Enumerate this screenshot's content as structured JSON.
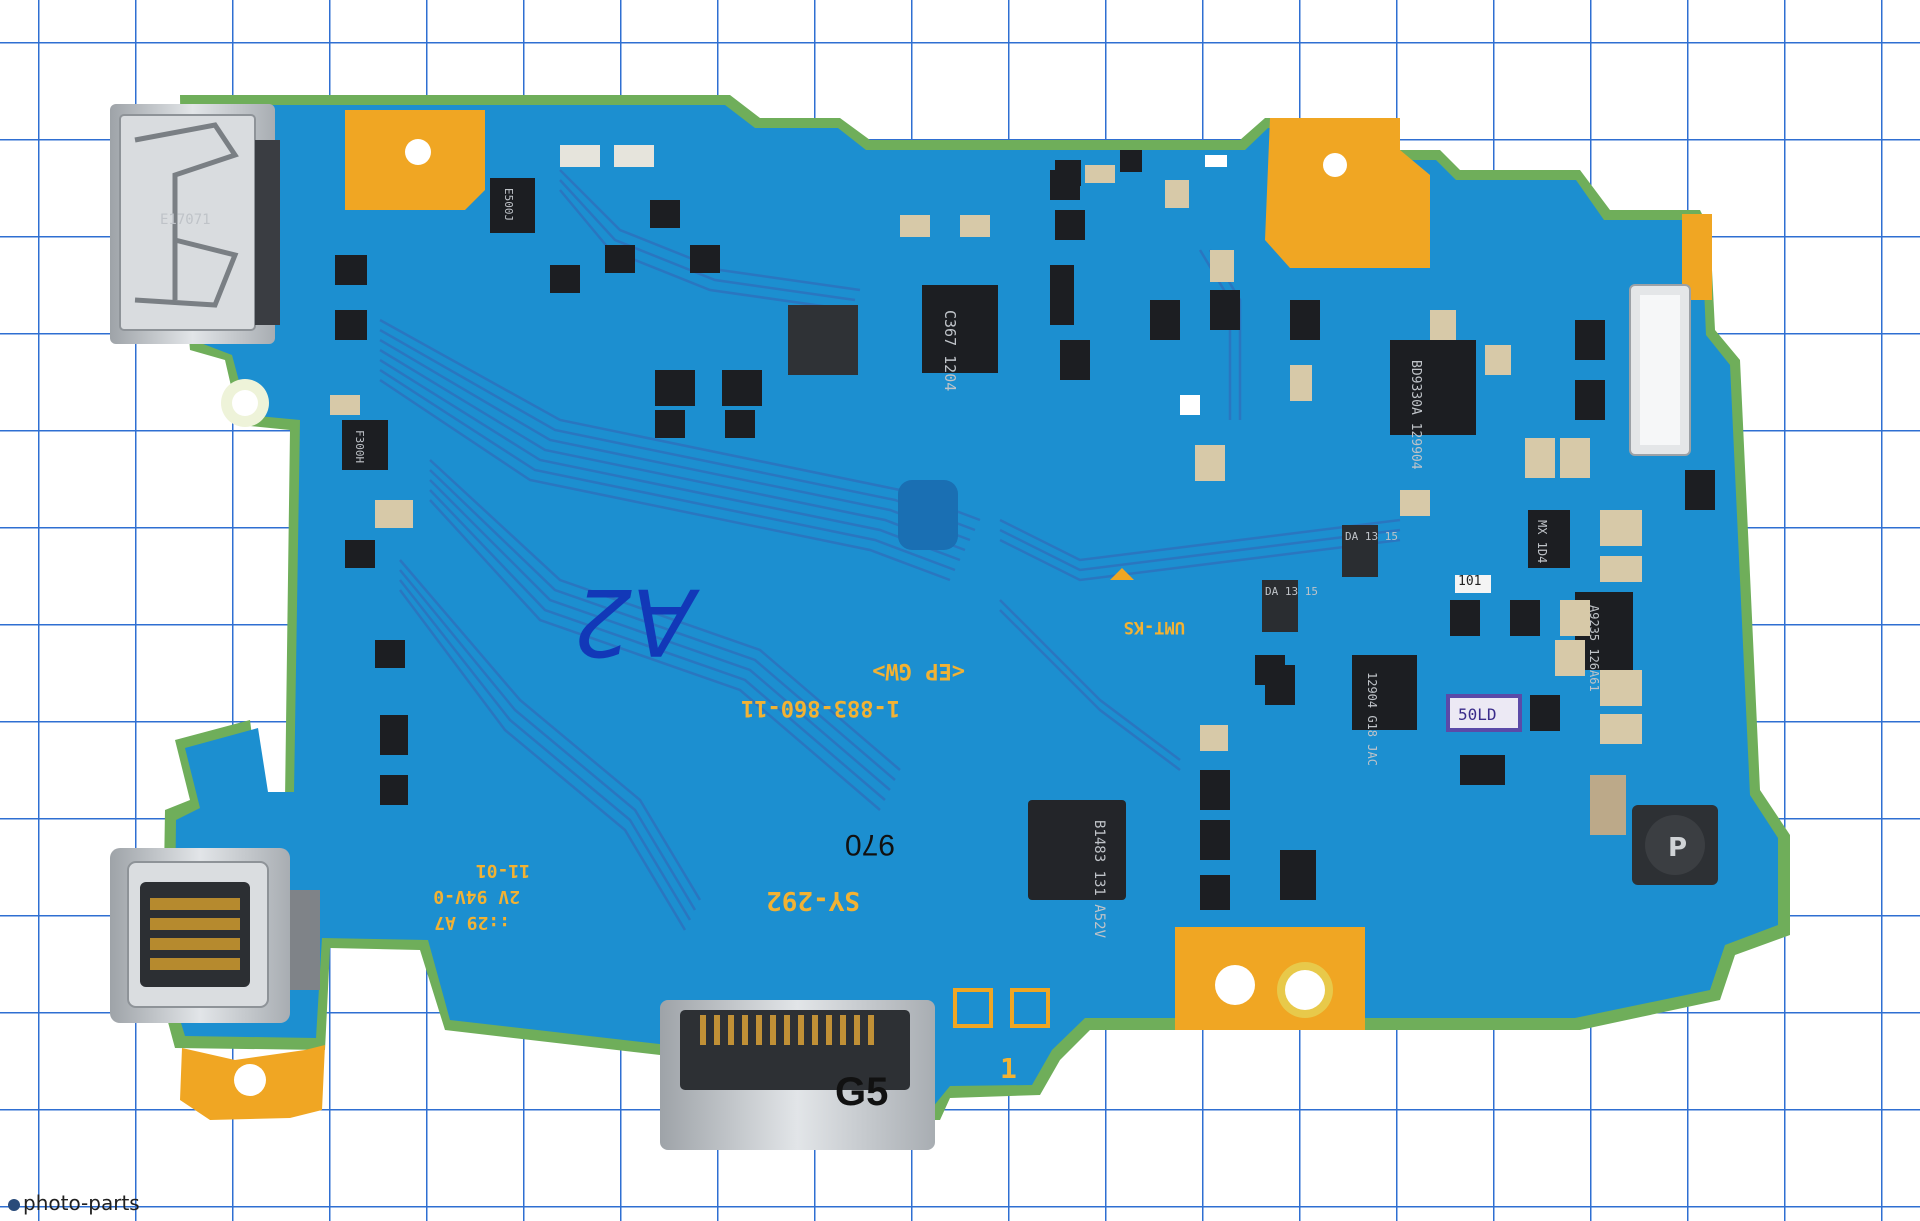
{
  "photo": {
    "subject": "Camera circuit board (SY-292)",
    "colors": {
      "background": "#ffffff",
      "grid": "#2f6fd2",
      "board": "#1c8fd0",
      "board_dark": "#1677b8",
      "trace": "#2a76c0",
      "pad": "#f0a623",
      "chip": "#1c1e22",
      "metal": "#c9ccd0"
    }
  },
  "silkscreen": {
    "part_number": "1-883-860-11",
    "variant": "<EP GW>",
    "board_name": "SY-292",
    "batch": "970",
    "date_code": "11-01",
    "rating": "2V 94V-0",
    "fab_code": "::29 A7",
    "maker": "UMT-KS",
    "mark_code": "101",
    "pin_one": "1"
  },
  "chip_markings": {
    "main_left": "C367 1204",
    "main_right": "BD9330A 129904",
    "bottom_qfn": "B1483 131 A52V",
    "mid_qfn": "12904 G18 JAC",
    "right_ic": "A9235 126A61",
    "small_1": "DA 13 15",
    "small_2": "DA 13 15",
    "small_3": "MX 1D4",
    "small_4": "F300H",
    "small_5": "E500J",
    "inductor": "P",
    "connector_bottom": "G5",
    "label_purple": "50LD",
    "hdmi_marking": "E17071"
  },
  "handwritten": "A2",
  "watermark": "photo-parts"
}
